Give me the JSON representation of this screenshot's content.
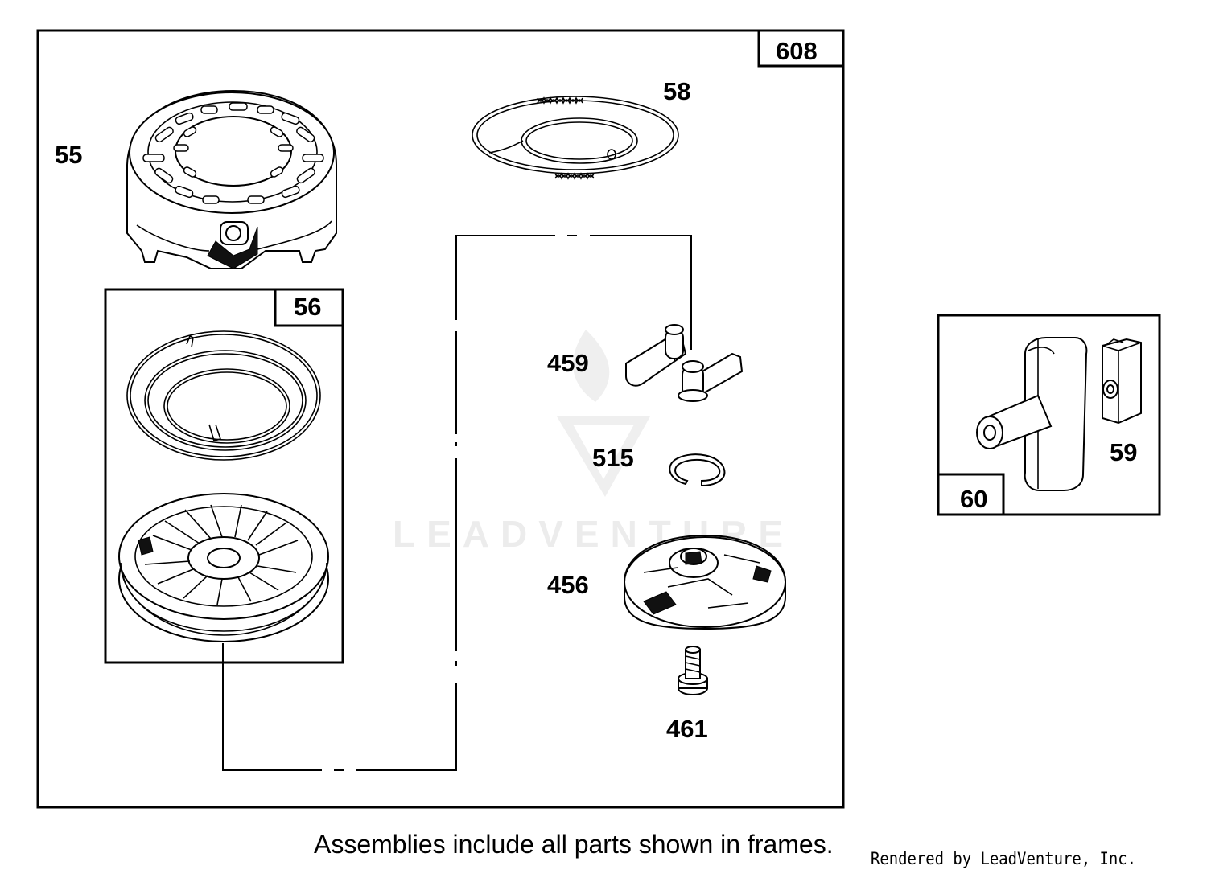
{
  "frames": {
    "main": {
      "tag": "608"
    },
    "starter_pulley": {
      "tag": "56"
    },
    "handle": {
      "tag": "60"
    }
  },
  "callouts": {
    "housing": "55",
    "rope": "58",
    "pawl": "459",
    "ring": "515",
    "retainer": "456",
    "screw": "461",
    "insert": "59"
  },
  "watermark": "LEADVENTURE",
  "footnote": "Assemblies include all parts shown in frames.",
  "credit": "Rendered by LeadVenture, Inc."
}
